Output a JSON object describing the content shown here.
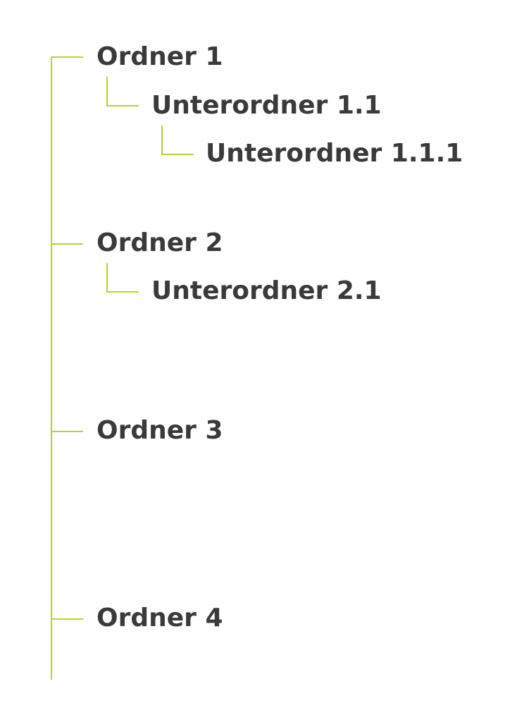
{
  "tree": {
    "folders": [
      {
        "label": "Ordner 1",
        "children": [
          {
            "label": "Unterordner 1.1",
            "children": [
              {
                "label": "Unterordner 1.1.1"
              }
            ]
          }
        ]
      },
      {
        "label": "Ordner 2",
        "children": [
          {
            "label": "Unterordner 2.1"
          }
        ]
      },
      {
        "label": "Ordner 3"
      },
      {
        "label": "Ordner 4"
      }
    ]
  },
  "colors": {
    "connector": "#b5d334",
    "text": "#3a3a3a",
    "background": "#ffffff"
  }
}
